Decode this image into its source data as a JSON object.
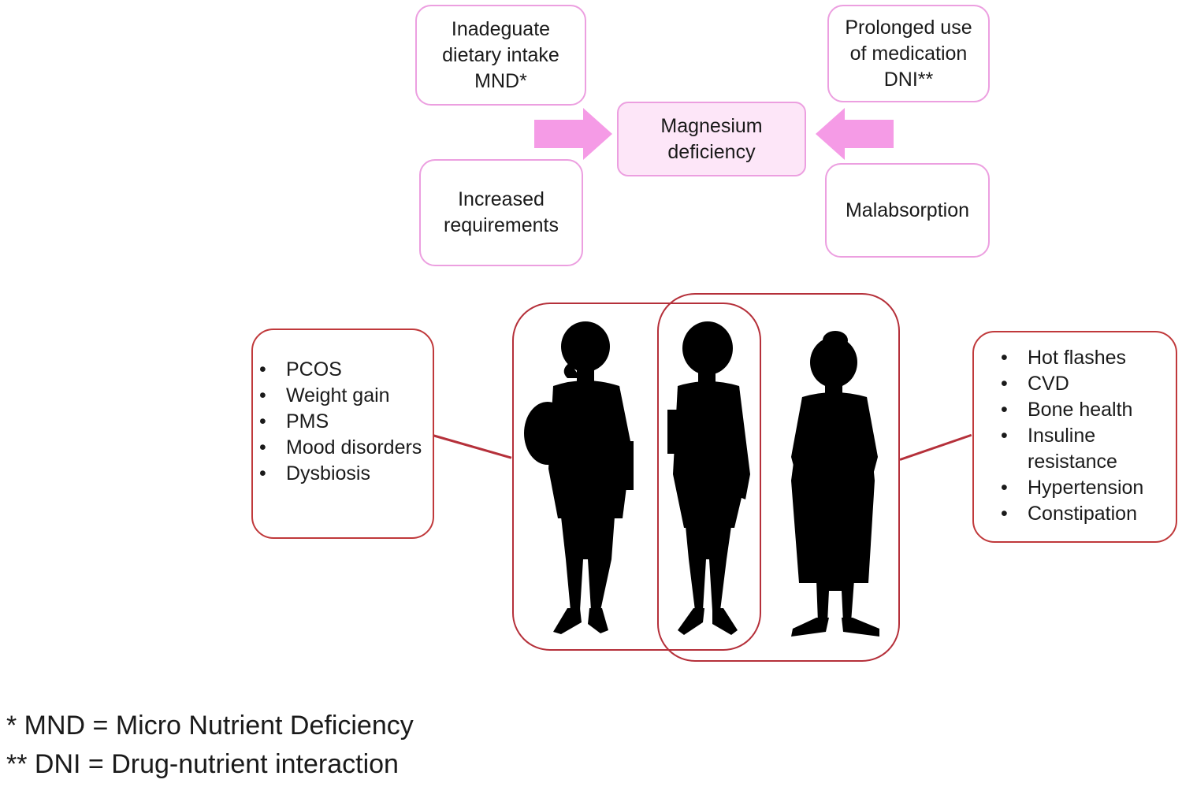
{
  "causes": {
    "top_left": "Inadeguate\ndietary intake\nMND*",
    "top_right": "Prolonged use\nof medication\nDNI**",
    "bottom_left": "Increased\nrequirements",
    "bottom_right": "Malabsorption"
  },
  "center_label": "Magnesium\ndeficiency",
  "left_list": [
    "PCOS",
    "Weight gain",
    "PMS",
    "Mood disorders",
    "Dysbiosis"
  ],
  "right_list": [
    "Hot flashes",
    "CVD",
    "Bone health",
    "Insuline\nresistance",
    "Hypertension",
    "Constipation"
  ],
  "bullet": "•",
  "footnotes": {
    "mnd": "* MND = Micro Nutrient Deficiency",
    "dni": "** DNI = Drug-nutrient interaction"
  },
  "colors": {
    "pink_border": "#ec9fe0",
    "arrow_pink": "#f59be6",
    "center_fill": "#fde6f8",
    "dark_red": "#b5303a"
  },
  "icons": [
    "woman-silhouette-icon",
    "woman-silhouette-icon",
    "elderly-woman-silhouette-icon"
  ]
}
